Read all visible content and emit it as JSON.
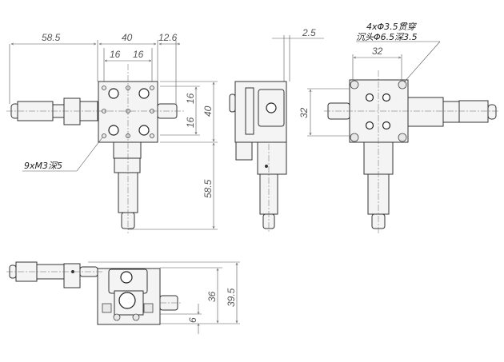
{
  "top_view": {
    "dim_left": "58.5",
    "dim_width": "40",
    "dim_right": "12.6",
    "dim_pitch_a": "16",
    "dim_pitch_b": "16",
    "dim_v_pitch_a": "16",
    "dim_v_pitch_b": "16",
    "dim_height": "40",
    "dim_bottom": "58.5",
    "callout": "9xM3深5"
  },
  "side_view": {
    "dim_offset": "2.5"
  },
  "bottom_plate_view": {
    "callout_line1": "4xΦ3.5贯穿",
    "callout_line2": "沉头Φ6.5深3.5",
    "dim_h": "32",
    "dim_v": "32"
  },
  "front_view": {
    "dim_36": "36",
    "dim_39_5": "39.5",
    "dim_6": "6"
  }
}
